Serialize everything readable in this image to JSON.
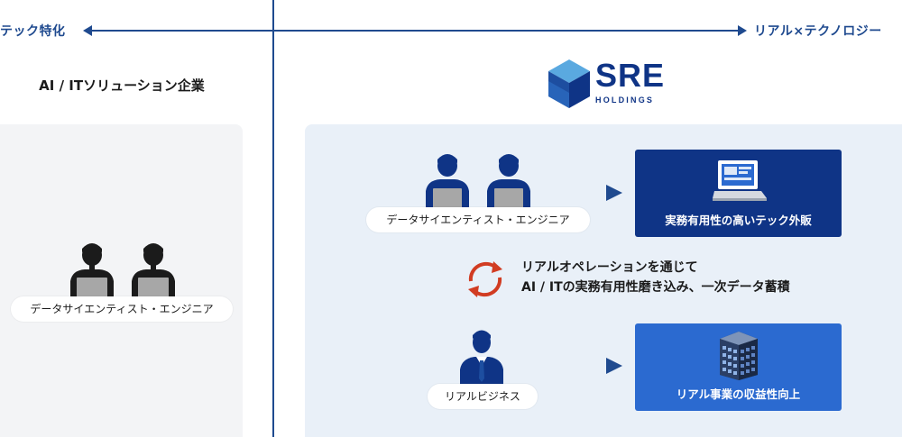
{
  "axis": {
    "left_label": "テック特化",
    "right_label": "リアル×テクノロジー"
  },
  "left": {
    "title": "AI / ITソリューション企業",
    "people_label": "データサイエンティスト・エンジニア"
  },
  "logo": {
    "name": "SRE",
    "sub": "HOLDINGS"
  },
  "right": {
    "top_people_label": "データサイエンティスト・エンジニア",
    "top_box_label": "実務有用性の高いテック外販",
    "cycle_line1": "リアルオペレーションを通じて",
    "cycle_line2": "AI / ITの実務有用性磨き込み、一次データ蓄積",
    "bottom_person_label": "リアルビジネス",
    "bottom_box_label": "リアル事業の収益性向上"
  },
  "colors": {
    "navy": "#1f4a8f",
    "box_dark": "#0f3486",
    "box_mid": "#2b6ad0",
    "cycle_red": "#d13c22",
    "right_panel": "#e9f0f8",
    "left_panel": "#f3f4f6"
  },
  "icons": [
    "person-laptop-icon",
    "businessman-icon",
    "laptop-icon",
    "building-icon",
    "cycle-arrows-icon",
    "play-arrow-icon",
    "sre-cube-logo"
  ]
}
